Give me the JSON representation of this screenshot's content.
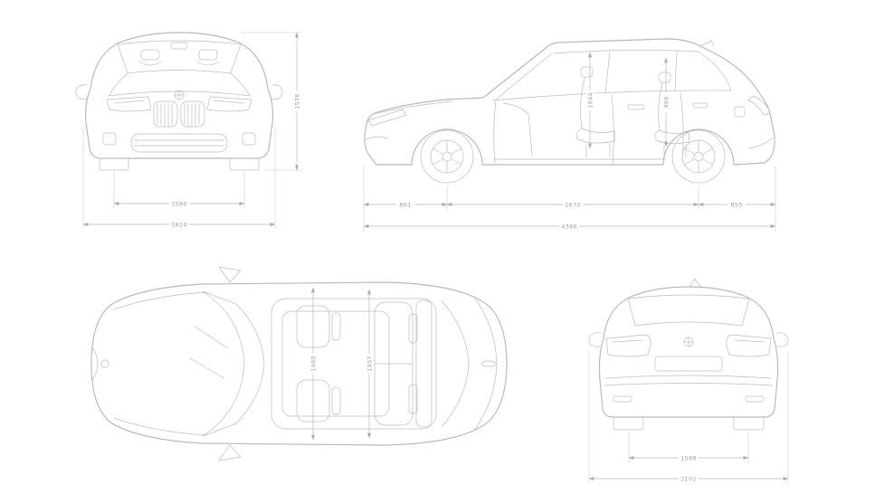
{
  "drawing": {
    "subject": "car-four-view-technical-drawing",
    "views": {
      "front": "front-view",
      "side": "side-view",
      "top": "top-view",
      "rear": "rear-view"
    }
  },
  "colors": {
    "line": "#b3b8c0",
    "dimension_line": "#b2b7c0",
    "label_text": "#99a0aa",
    "background": "#ffffff"
  },
  "dims": {
    "front": {
      "track": "1586",
      "overall_width": "1824",
      "overall_height": "1576"
    },
    "side": {
      "front_overhang": "861",
      "wheelbase": "2670",
      "rear_overhang": "855",
      "overall_length": "4386",
      "interior_front": "1044",
      "interior_rear": "996"
    },
    "top": {
      "interior_front": "1460",
      "interior_rear": "1457"
    },
    "rear": {
      "track": "1588",
      "overall_width": "2102"
    }
  }
}
